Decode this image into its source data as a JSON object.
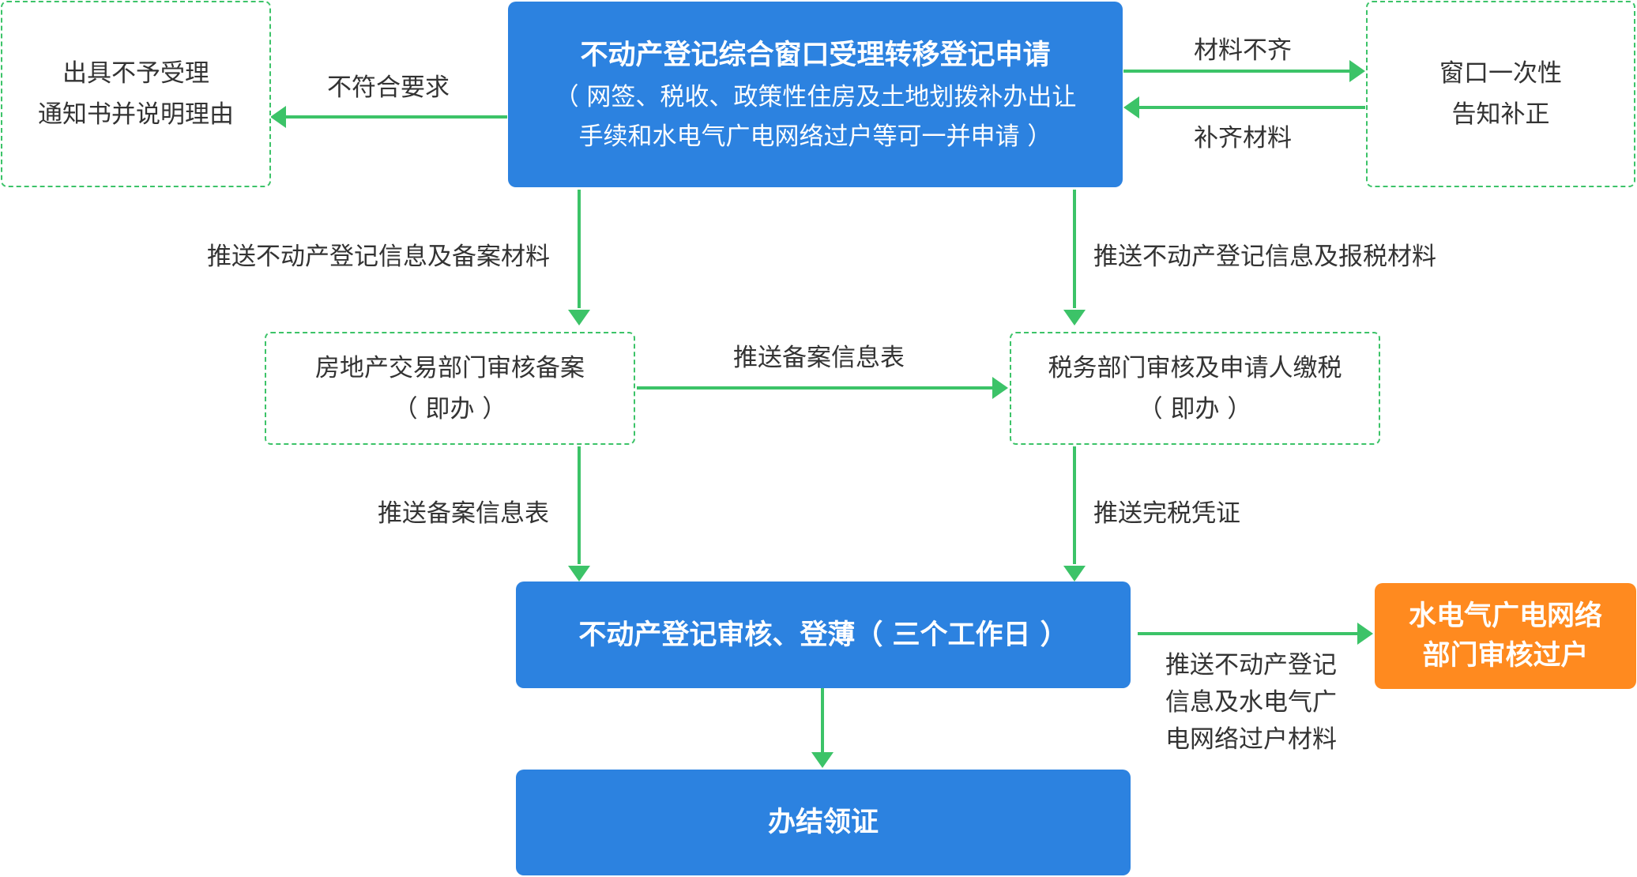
{
  "colors": {
    "primary_box": "#2c82e0",
    "dashed_border": "#3cc368",
    "arrow": "#3cc368",
    "orange_box": "#ff8a1f",
    "text": "#333333"
  },
  "nodes": {
    "accept": {
      "title": "不动产登记综合窗口受理转移登记申请",
      "line2": "（ 网签、税收、政策性住房及土地划拨补办出让",
      "line3": "手续和水电气广电网络过户等可一并申请 ）"
    },
    "reject": {
      "line1": "出具不予受理",
      "line2": "通知书并说明理由"
    },
    "notify": {
      "line1": "窗口一次性",
      "line2": "告知补正"
    },
    "housing": {
      "line1": "房地产交易部门审核备案",
      "line2": "（ 即办 ）"
    },
    "tax": {
      "line1": "税务部门审核及申请人缴税",
      "line2": "（ 即办 ）"
    },
    "review": {
      "title": "不动产登记审核、登薄（ 三个工作日 ）"
    },
    "utilities": {
      "line1": "水电气广电网络",
      "line2": "部门审核过户"
    },
    "certificate": {
      "title": "办结领证"
    }
  },
  "edges": {
    "not_compliant": "不符合要求",
    "materials_incomplete": "材料不齐",
    "materials_supplemented": "补齐材料",
    "push_filing_materials": "推送不动产登记信息及备案材料",
    "push_tax_materials": "推送不动产登记信息及报税材料",
    "push_filing_form_right": "推送备案信息表",
    "push_filing_form_down": "推送备案信息表",
    "push_tax_certificate": "推送完税凭证",
    "push_utilities": {
      "line1": "推送不动产登记",
      "line2": "信息及水电气广",
      "line3": "电网络过户材料"
    }
  }
}
